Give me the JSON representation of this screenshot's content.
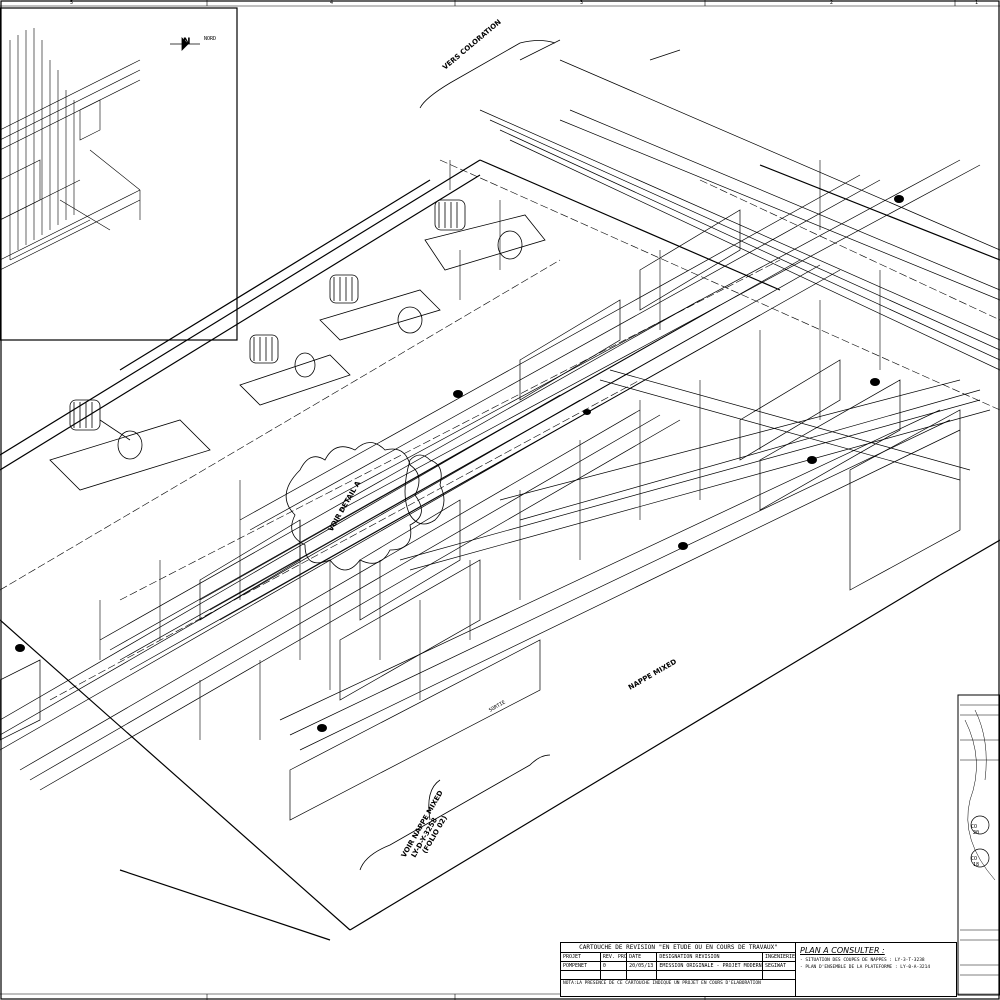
{
  "border_numbers": [
    "5",
    "4",
    "3",
    "2",
    "1"
  ],
  "north_label": "N",
  "north_sub": "NORD",
  "labels": {
    "vers_coloration": "VERS COLORATION",
    "voir_detail_a": "VOIR DETAIL A",
    "nappe_mixed": "NAPPE MIXED",
    "voir_nappe_mixed": "VOIR NAPPE MIXED",
    "voir_ref": "LY-D-Y-3258",
    "voir_folio": "(FOLIO 02)",
    "sortie": "SORTIE"
  },
  "title_block": {
    "title": "CARTOUCHE DE REVISION \"EN ETUDE OU EN COURS DE TRAVAUX\"",
    "headers": [
      "PROJET",
      "REV. PROV.",
      "DATE",
      "DESIGNATION REVISION",
      "INGENIERIE"
    ],
    "row": [
      "POMPENET",
      "0",
      "20/05/13",
      "EMISSION ORIGINALE - PROJET MODERNISATION",
      "SEGIWAT"
    ],
    "note": "NOTA:LA PRESENCE DE CE CARTOUCHE INDIQUE UN PROJET EN COURS D'ELABORATION"
  },
  "plan": {
    "heading": "PLAN A CONSULTER :",
    "line1": "- SITUATION DES COUPES DE NAPPES : LY-3-T-3238",
    "line2": "- PLAN D'ENSEMBLE DE LA PLATEFORME : LY-0-A-3214"
  },
  "side_labels": [
    "CO",
    "20",
    "CO",
    "18"
  ]
}
